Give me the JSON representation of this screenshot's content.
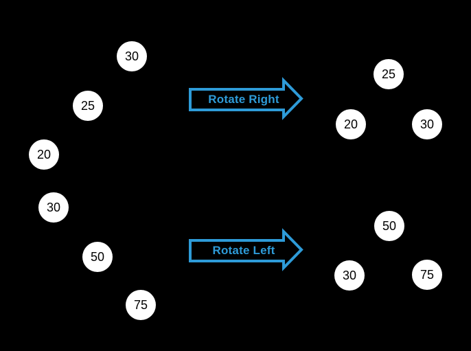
{
  "colors": {
    "background": "#000000",
    "node_fill": "#ffffff",
    "node_text": "#000000",
    "accent": "#2E9BD8"
  },
  "rotate_right": {
    "arrow_label": "Rotate Right",
    "before": {
      "root": "30",
      "left_child": "25",
      "left_grandchild": "20"
    },
    "after": {
      "root": "25",
      "left_child": "20",
      "right_child": "30"
    }
  },
  "rotate_left": {
    "arrow_label": "Rotate Left",
    "before": {
      "root": "30",
      "right_child": "50",
      "right_grandchild": "75"
    },
    "after": {
      "root": "50",
      "left_child": "30",
      "right_child": "75"
    }
  }
}
